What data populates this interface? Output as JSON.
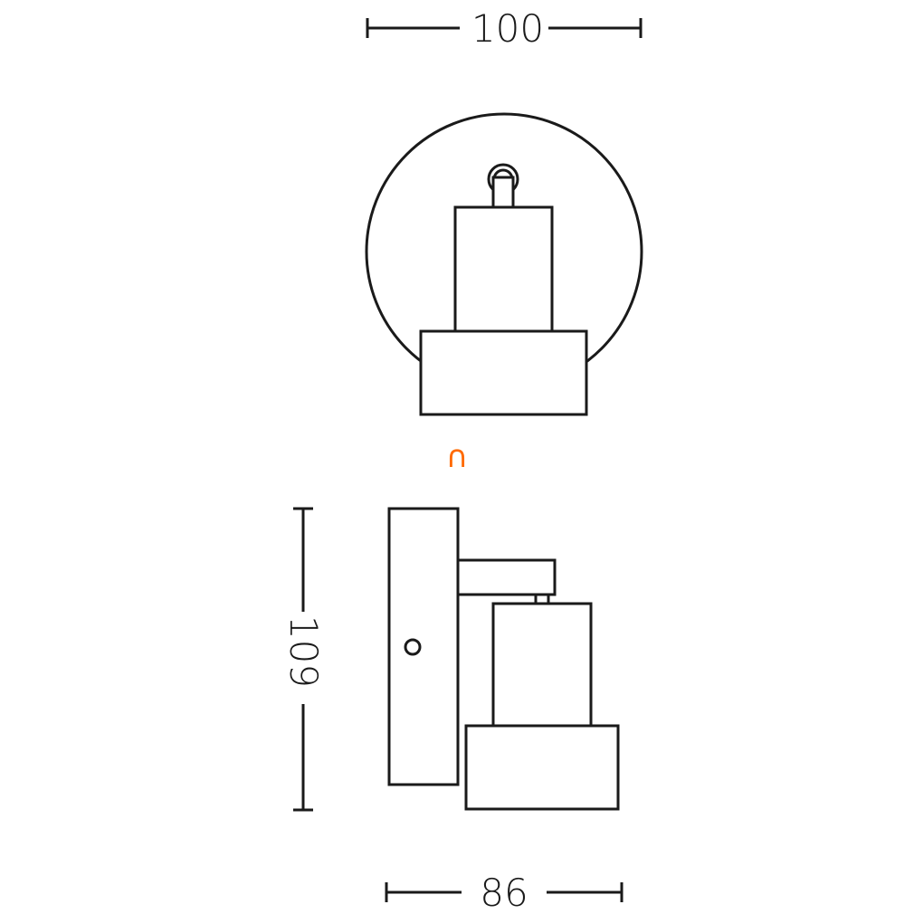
{
  "dimensions": {
    "width_top": "100",
    "height_side": "109",
    "depth_bottom": "86"
  },
  "marker": {
    "symbol": "∩",
    "color": "#ff6a00"
  },
  "colors": {
    "line": "#1a1a1a",
    "background": "#ffffff"
  }
}
